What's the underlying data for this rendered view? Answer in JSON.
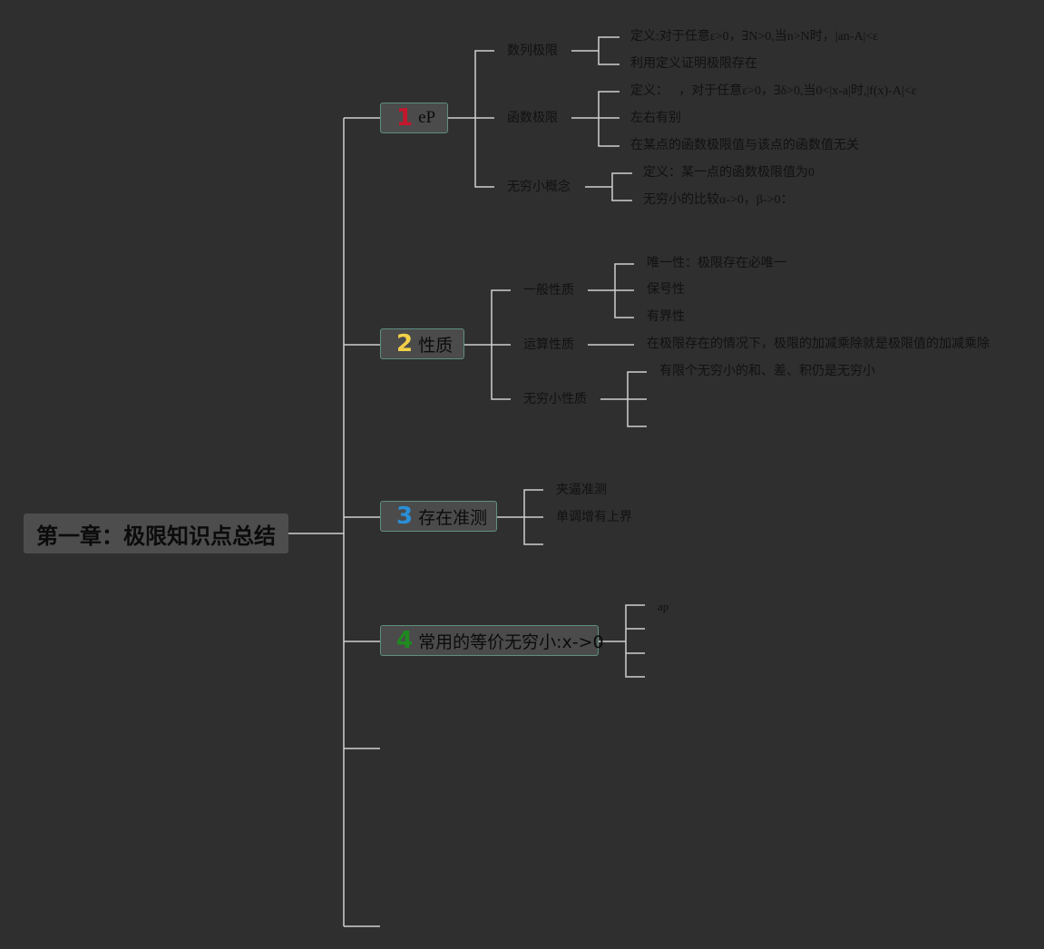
{
  "root": {
    "title": "第一章：极限知识点总结"
  },
  "branches": [
    {
      "number": "1",
      "number_color": "#c4172c",
      "label": "eP",
      "subs": [
        {
          "label": "数列极限",
          "leaves": [
            "定义:对于任意ε>0，∃N>0,当n>N时，|an-A|<ε",
            "利用定义证明极限存在"
          ]
        },
        {
          "label": "函数极限",
          "leaves": [
            "定义：，对于任意ε>0，∃δ>0,当0<|x-a|时,|f(x)-A|<ε",
            "左右有别",
            "在某点的函数极限值与该点的函数值无关"
          ]
        },
        {
          "label": "无穷小概念",
          "leaves": [
            "定义：某一点的函数极限值为0",
            "无穷小的比较α->0，β->0："
          ]
        }
      ]
    },
    {
      "number": "2",
      "number_color": "#f2d14a",
      "label": "性质",
      "subs": [
        {
          "label": "一般性质",
          "leaves": [
            "唯一性：极限存在必唯一",
            "保号性",
            "有界性"
          ]
        },
        {
          "label": "运算性质",
          "leaves": [
            "在极限存在的情况下，极限的加减乘除就是极限值的加减乘除"
          ]
        },
        {
          "label": "无穷小性质",
          "leaves": [
            "有限个无穷小的和、差、积仍是无穷小"
          ]
        }
      ]
    },
    {
      "number": "3",
      "number_color": "#2a8fd6",
      "label": "存在准测",
      "leaves": [
        "夹逼准测",
        "单调增有上界"
      ]
    },
    {
      "number": "4",
      "number_color": "#1f8a1f",
      "label": "常用的等价无穷小:x->0",
      "leaves": [
        "ap"
      ]
    }
  ],
  "colors": {
    "background": "#2f2f2f",
    "connector": "#cfcfcf",
    "node_border": "#5e8f80"
  }
}
